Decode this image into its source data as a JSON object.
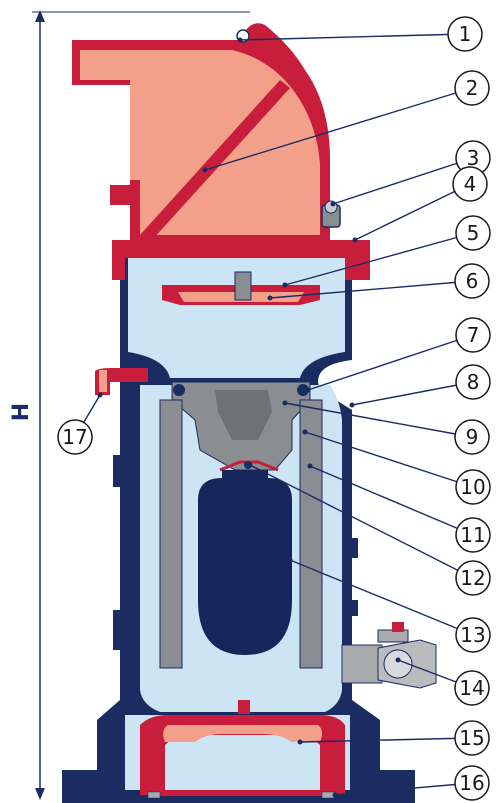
{
  "dimension": {
    "label": "H"
  },
  "callouts": [
    {
      "id": "1",
      "label": "1"
    },
    {
      "id": "2",
      "label": "2"
    },
    {
      "id": "3",
      "label": "3"
    },
    {
      "id": "4",
      "label": "4"
    },
    {
      "id": "5",
      "label": "5"
    },
    {
      "id": "6",
      "label": "6"
    },
    {
      "id": "7",
      "label": "7"
    },
    {
      "id": "8",
      "label": "8"
    },
    {
      "id": "9",
      "label": "9"
    },
    {
      "id": "10",
      "label": "10"
    },
    {
      "id": "11",
      "label": "11"
    },
    {
      "id": "12",
      "label": "12"
    },
    {
      "id": "13",
      "label": "13"
    },
    {
      "id": "14",
      "label": "14"
    },
    {
      "id": "15",
      "label": "15"
    },
    {
      "id": "16",
      "label": "16"
    },
    {
      "id": "17",
      "label": "17"
    }
  ],
  "colors": {
    "body_navy": "#1b2c63",
    "water_light_blue": "#cde4f5",
    "pipe_salmon": "#f2a08a",
    "pipe_red": "#c81e3c",
    "float_gray": "#8a8d91",
    "float_body_navy": "#14265a"
  }
}
